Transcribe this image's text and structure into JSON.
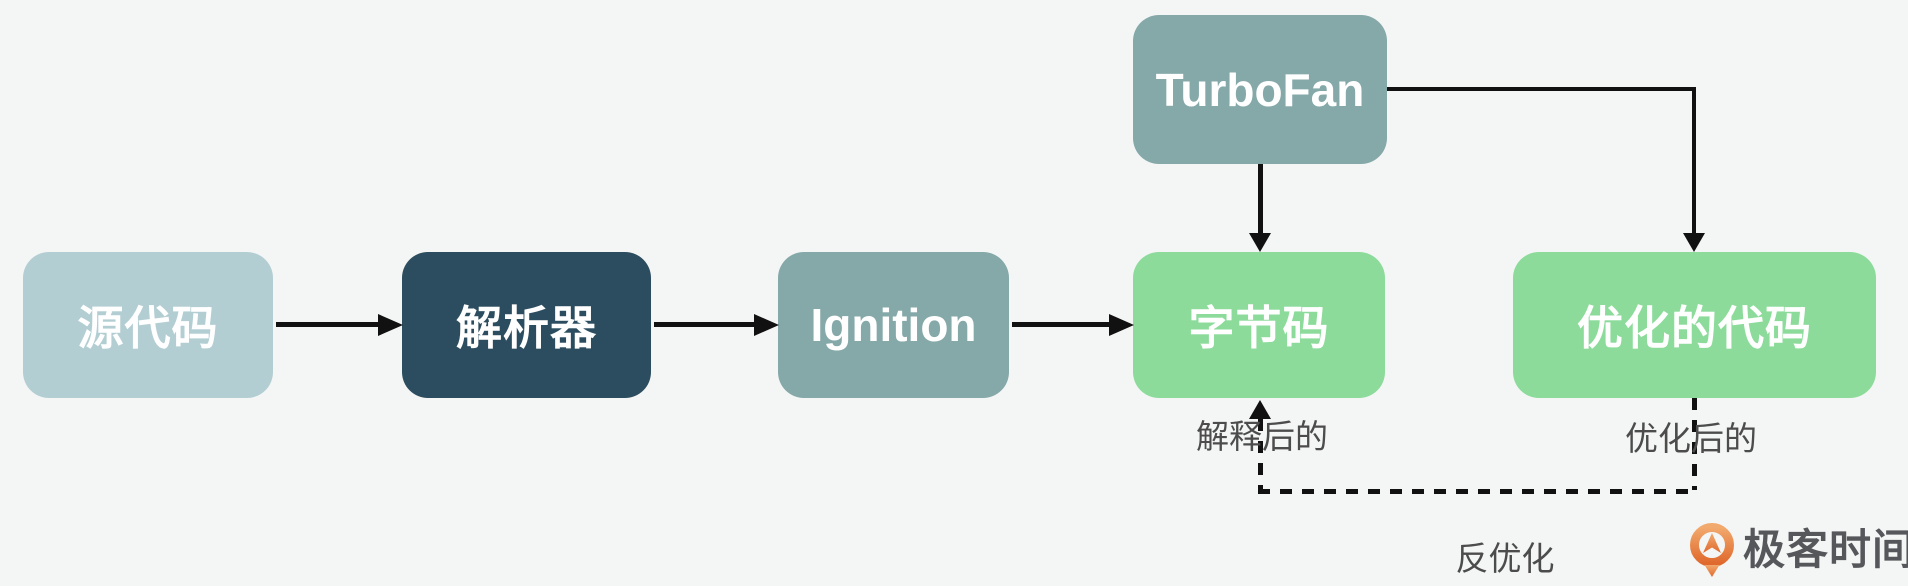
{
  "diagram": {
    "nodes": [
      {
        "id": "source",
        "label": "源代码"
      },
      {
        "id": "parser",
        "label": "解析器"
      },
      {
        "id": "ignition",
        "label": "Ignition"
      },
      {
        "id": "bytecode",
        "label": "字节码"
      },
      {
        "id": "turbofan",
        "label": "TurboFan"
      },
      {
        "id": "optimized",
        "label": "优化的代码"
      }
    ],
    "edges": [
      {
        "from": "source",
        "to": "parser",
        "style": "solid"
      },
      {
        "from": "parser",
        "to": "ignition",
        "style": "solid"
      },
      {
        "from": "ignition",
        "to": "bytecode",
        "style": "solid"
      },
      {
        "from": "turbofan",
        "to": "bytecode",
        "style": "solid"
      },
      {
        "from": "turbofan",
        "to": "optimized",
        "style": "solid"
      },
      {
        "from": "optimized",
        "to": "bytecode",
        "style": "dashed",
        "label": "反优化"
      }
    ],
    "annotations": {
      "interpreted": "解释后的",
      "optimized": "优化后的",
      "deoptimize": "反优化"
    },
    "colors": {
      "background": "#f4f6f5",
      "source_node": "#b3ced3",
      "parser_node": "#2c4d5f",
      "engine_node": "#85a8a9",
      "code_node": "#8cdb9b",
      "arrow": "#111111",
      "annotation_text": "#4c4c4c",
      "logo_orange_top": "#f2a96d",
      "logo_orange_bottom": "#e06a2e"
    }
  },
  "branding": {
    "logo_text": "极客时间"
  }
}
